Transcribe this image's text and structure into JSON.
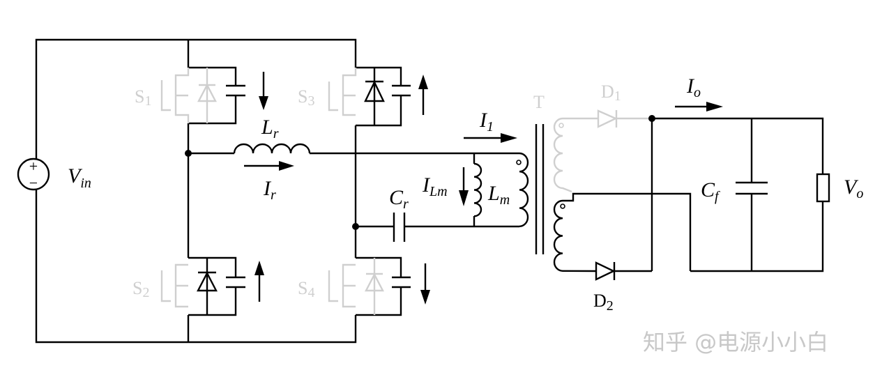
{
  "labels": {
    "vin": {
      "main": "V",
      "sub": "in"
    },
    "lr": {
      "main": "L",
      "sub": "r"
    },
    "ir": {
      "main": "I",
      "sub": "r"
    },
    "cr": {
      "main": "C",
      "sub": "r"
    },
    "ilm": {
      "main": "I",
      "sub": "Lm"
    },
    "lm": {
      "main": "L",
      "sub": "m"
    },
    "i1": {
      "main": "I",
      "sub": "1"
    },
    "io": {
      "main": "I",
      "sub": "o"
    },
    "cf": {
      "main": "C",
      "sub": "f"
    },
    "vo": {
      "main": "V",
      "sub": "o"
    },
    "s1": {
      "main": "S",
      "sub": "1"
    },
    "s2": {
      "main": "S",
      "sub": "2"
    },
    "s3": {
      "main": "S",
      "sub": "3"
    },
    "s4": {
      "main": "S",
      "sub": "4"
    },
    "d1": {
      "main": "D",
      "sub": "1"
    },
    "d2": {
      "main": "D",
      "sub": "2"
    },
    "t": "T",
    "source_plus": "+",
    "source_minus": "−"
  },
  "watermark": "知乎 @电源小小白",
  "colors": {
    "active": "#000000",
    "inactive": "#cfcfcf"
  }
}
